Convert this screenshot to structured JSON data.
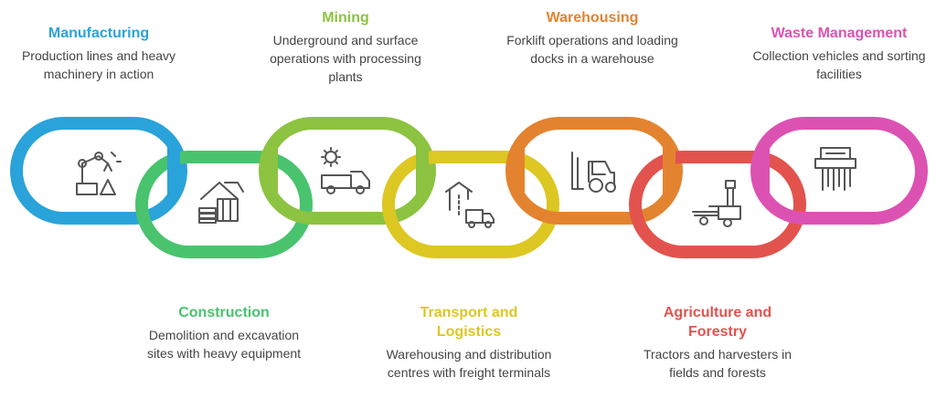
{
  "colors": {
    "manufacturing": "#2aa3da",
    "construction": "#49c36e",
    "mining": "#8cc341",
    "transport": "#ddc722",
    "warehousing": "#e3832f",
    "agriculture": "#e2534e",
    "waste": "#dc52b2",
    "icon_stroke": "#555555"
  },
  "stages": [
    {
      "title": "Manufacturing",
      "desc": "Production lines and heavy machinery in action",
      "icon": "robot-arm-icon"
    },
    {
      "title": "Construction",
      "desc": "Demolition and excavation sites with heavy equipment",
      "icon": "construction-site-icon"
    },
    {
      "title": "Mining",
      "desc": "Underground and surface operations with processing plants",
      "icon": "mining-truck-icon"
    },
    {
      "title": "Transport and Logistics",
      "desc": "Warehousing and distribution centres with freight terminals",
      "icon": "logistics-truck-icon"
    },
    {
      "title": "Warehousing",
      "desc": "Forklift operations and loading docks in a warehouse",
      "icon": "forklift-icon"
    },
    {
      "title": "Agriculture and Forestry",
      "desc": "Tractors and harvesters in fields and forests",
      "icon": "tractor-icon"
    },
    {
      "title": "Waste Management",
      "desc": "Collection vehicles and sorting facilities",
      "icon": "shredder-icon"
    }
  ]
}
